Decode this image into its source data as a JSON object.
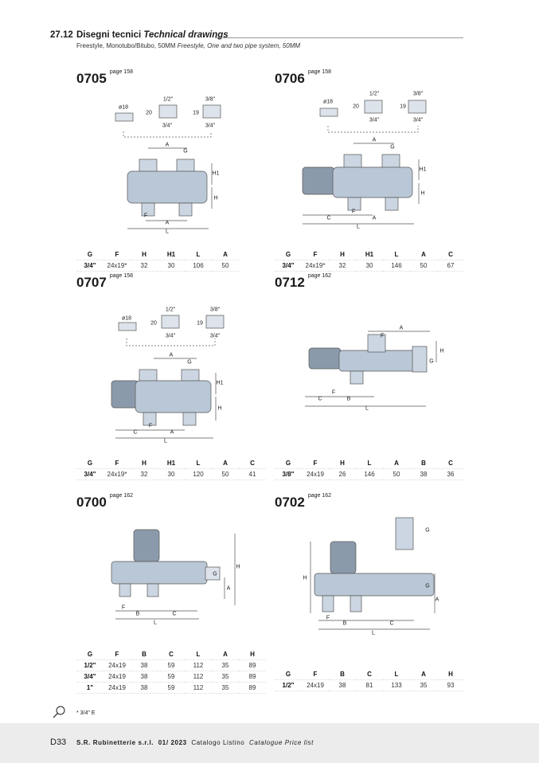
{
  "section": {
    "number": "27.12",
    "title": "Disegni tecnici",
    "title_en": "Technical drawings",
    "subtitle": "Freestyle, Monotubo/Bitubo, 50MM",
    "subtitle_en": "Freestyle, One and two pipe system, 50MM"
  },
  "products": [
    {
      "code": "0705",
      "page": "page 158",
      "labels": [
        "ø18",
        "1/2\"",
        "20",
        "3/4\"",
        "3/8\"",
        "19",
        "3/4\"",
        "A",
        "G",
        "H1",
        "H",
        "F",
        "A",
        "L"
      ],
      "table": {
        "headers": [
          "G",
          "F",
          "H",
          "H1",
          "L",
          "A"
        ],
        "rows": [
          [
            "3/4\"",
            "24x19*",
            "32",
            "30",
            "106",
            "50"
          ]
        ]
      }
    },
    {
      "code": "0706",
      "page": "page 158",
      "labels": [
        "ø18",
        "1/2\"",
        "20",
        "3/4\"",
        "3/8\"",
        "19",
        "3/4\"",
        "A",
        "G",
        "H1",
        "H",
        "F",
        "C",
        "A",
        "L"
      ],
      "table": {
        "headers": [
          "G",
          "F",
          "H",
          "H1",
          "L",
          "A",
          "C"
        ],
        "rows": [
          [
            "3/4\"",
            "24x19*",
            "32",
            "30",
            "146",
            "50",
            "67"
          ]
        ]
      }
    },
    {
      "code": "0707",
      "page": "page 158",
      "labels": [
        "ø18",
        "1/2\"",
        "20",
        "3/4\"",
        "3/8\"",
        "19",
        "3/4\"",
        "A",
        "G",
        "H1",
        "H",
        "F",
        "C",
        "A",
        "L"
      ],
      "table": {
        "headers": [
          "G",
          "F",
          "H",
          "H1",
          "L",
          "A",
          "C"
        ],
        "rows": [
          [
            "3/4\"",
            "24x19*",
            "32",
            "30",
            "120",
            "50",
            "41"
          ]
        ]
      }
    },
    {
      "code": "0712",
      "page": "page 162",
      "labels": [
        "A",
        "F",
        "H",
        "G",
        "F",
        "C",
        "B",
        "L"
      ],
      "table": {
        "headers": [
          "G",
          "F",
          "H",
          "L",
          "A",
          "B",
          "C"
        ],
        "rows": [
          [
            "3/8\"",
            "24x19",
            "26",
            "146",
            "50",
            "38",
            "36"
          ]
        ]
      }
    },
    {
      "code": "0700",
      "page": "page 162",
      "labels": [
        "H",
        "G",
        "A",
        "F",
        "B",
        "C",
        "L"
      ],
      "table": {
        "headers": [
          "G",
          "F",
          "B",
          "C",
          "L",
          "A",
          "H"
        ],
        "rows": [
          [
            "1/2\"",
            "24x19",
            "38",
            "59",
            "112",
            "35",
            "89"
          ],
          [
            "3/4\"",
            "24x19",
            "38",
            "59",
            "112",
            "35",
            "89"
          ],
          [
            "1\"",
            "24x19",
            "38",
            "59",
            "112",
            "35",
            "89"
          ]
        ]
      }
    },
    {
      "code": "0702",
      "page": "page 162",
      "labels": [
        "G",
        "H",
        "G",
        "A",
        "F",
        "B",
        "C",
        "L"
      ],
      "table": {
        "headers": [
          "G",
          "F",
          "B",
          "C",
          "L",
          "A",
          "H"
        ],
        "rows": [
          [
            "1/2\"",
            "24x19",
            "38",
            "81",
            "133",
            "35",
            "93"
          ]
        ]
      }
    }
  ],
  "note": "* 3/4\" E",
  "footer": {
    "page": "D33",
    "company": "S.R. Rubinetterie s.r.l.",
    "date": "01/ 2023",
    "catalog": "Catalogo Listino",
    "catalog_en": "Catalogue Price list"
  }
}
